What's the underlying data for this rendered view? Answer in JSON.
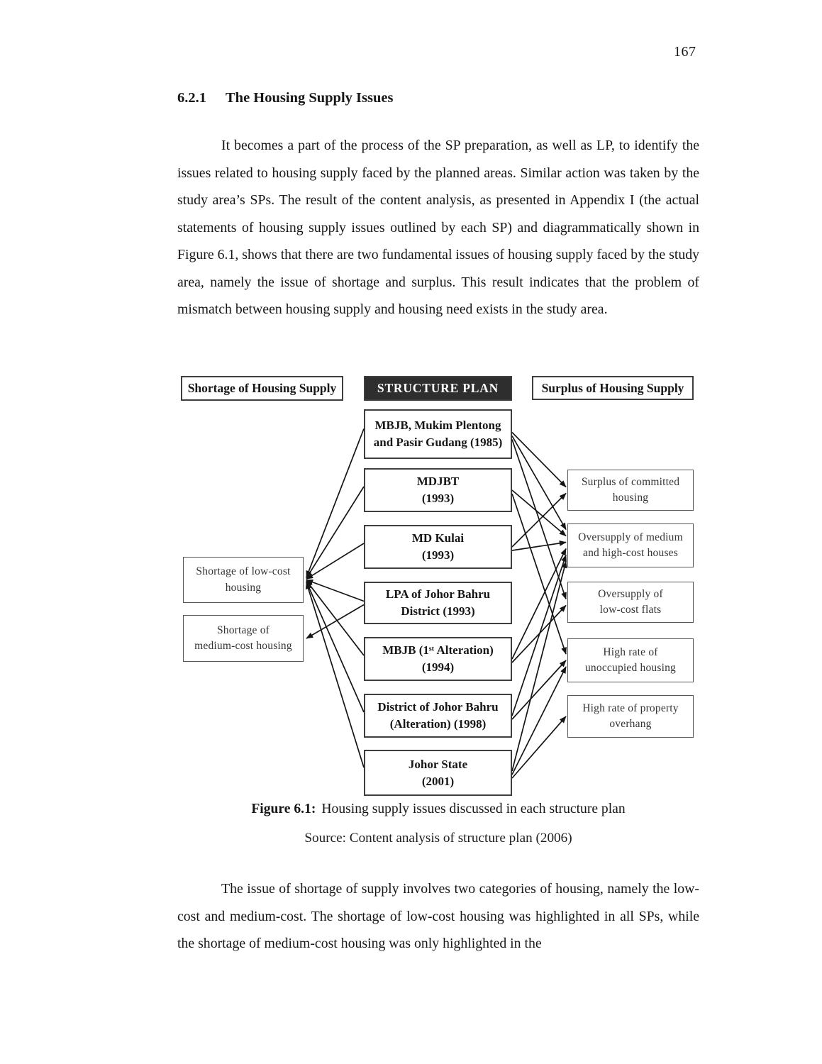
{
  "page": {
    "number": "167"
  },
  "heading": {
    "number": "6.2.1",
    "title": "The Housing Supply Issues"
  },
  "paragraphs": {
    "intro": "It becomes a part of the process of the SP preparation, as well as LP, to identify the issues related to housing supply faced by the planned areas. Similar action was taken by the study area’s SPs. The result of the content analysis, as presented in Appendix I (the actual statements of housing supply issues outlined by each SP) and diagrammatically shown in Figure 6.1, shows that there are two fundamental issues of housing supply faced by the study area, namely the issue of shortage and surplus.  This result indicates that the problem of mismatch between housing supply and housing need exists in the study area.",
    "closing": "The issue of shortage of supply involves two categories of housing, namely the low-cost and medium-cost. The shortage of low-cost housing was highlighted in all SPs, while the shortage of medium-cost housing was only highlighted in the"
  },
  "figure": {
    "caption_label": "Figure 6.1:",
    "caption_text": "Housing supply issues discussed in each structure plan",
    "source": "Source: Content analysis of structure plan (2006)",
    "diagram": {
      "headers": {
        "shortage": "Shortage of Housing Supply",
        "structure_plan": "STRUCTURE PLAN",
        "surplus": "Surplus of Housing Supply"
      },
      "structure_plans": [
        {
          "id": "sp_1985",
          "label": "MBJB, Mukim Plentong\nand Pasir Gudang (1985)"
        },
        {
          "id": "sp_mdjbt",
          "label": "MDJBT\n(1993)"
        },
        {
          "id": "sp_md_kulai",
          "label": "MD Kulai\n(1993)"
        },
        {
          "id": "sp_lpa",
          "label": "LPA of Johor Bahru\nDistrict (1993)"
        },
        {
          "id": "sp_mbjb_1a",
          "label": "MBJB (1ˢᵗ Alteration)\n(1994)"
        },
        {
          "id": "sp_district_jb",
          "label": "District of Johor Bahru\n(Alteration) (1998)"
        },
        {
          "id": "sp_johor_state",
          "label": "Johor State\n(2001)"
        }
      ],
      "shortage_issues": [
        {
          "id": "shortage_low_cost",
          "label": "Shortage of low-cost\nhousing"
        },
        {
          "id": "shortage_medium_cost",
          "label": "Shortage of\nmedium-cost housing"
        }
      ],
      "surplus_issues": [
        {
          "id": "surplus_committed",
          "label": "Surplus of committed\nhousing"
        },
        {
          "id": "oversupply_medium_high",
          "label": "Oversupply of medium\nand high-cost houses"
        },
        {
          "id": "oversupply_low_cost_flats",
          "label": "Oversupply of\nlow-cost flats"
        },
        {
          "id": "high_rate_unoccupied",
          "label": "High rate of\nunoccupied housing"
        },
        {
          "id": "high_rate_property_overhang",
          "label": "High rate of property\noverhang"
        }
      ],
      "connections": [
        {
          "from": "sp_1985",
          "to": "shortage_low_cost"
        },
        {
          "from": "sp_mdjbt",
          "to": "shortage_low_cost"
        },
        {
          "from": "sp_md_kulai",
          "to": "shortage_low_cost"
        },
        {
          "from": "sp_lpa",
          "to": "shortage_low_cost"
        },
        {
          "from": "sp_lpa",
          "to": "shortage_medium_cost"
        },
        {
          "from": "sp_mbjb_1a",
          "to": "shortage_low_cost"
        },
        {
          "from": "sp_district_jb",
          "to": "shortage_low_cost"
        },
        {
          "from": "sp_johor_state",
          "to": "shortage_low_cost"
        },
        {
          "from": "sp_1985",
          "to": "surplus_committed"
        },
        {
          "from": "sp_1985",
          "to": "oversupply_medium_high"
        },
        {
          "from": "sp_1985",
          "to": "oversupply_low_cost_flats"
        },
        {
          "from": "sp_mdjbt",
          "to": "oversupply_medium_high"
        },
        {
          "from": "sp_mdjbt",
          "to": "high_rate_unoccupied"
        },
        {
          "from": "sp_md_kulai",
          "to": "surplus_committed"
        },
        {
          "from": "sp_md_kulai",
          "to": "oversupply_medium_high"
        },
        {
          "from": "sp_mbjb_1a",
          "to": "oversupply_medium_high"
        },
        {
          "from": "sp_mbjb_1a",
          "to": "oversupply_low_cost_flats"
        },
        {
          "from": "sp_district_jb",
          "to": "oversupply_medium_high"
        },
        {
          "from": "sp_district_jb",
          "to": "high_rate_unoccupied"
        },
        {
          "from": "sp_johor_state",
          "to": "oversupply_medium_high"
        },
        {
          "from": "sp_johor_state",
          "to": "high_rate_unoccupied"
        },
        {
          "from": "sp_johor_state",
          "to": "high_rate_property_overhang"
        }
      ]
    }
  },
  "colors": {
    "structure_plan_bg": "#2e2e2e",
    "structure_plan_text": "#ffffff",
    "box_border": "#3e3e3e",
    "side_box_border": "#565656",
    "text": "#161616",
    "arrow": "#151515",
    "page_bg": "#ffffff"
  }
}
